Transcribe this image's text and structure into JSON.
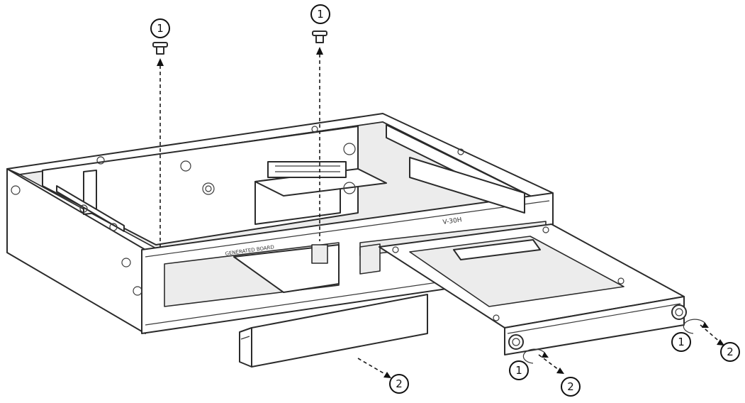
{
  "diagram": {
    "chassis_label": "V-30H",
    "slot_label": "GENERATED BOARD",
    "callouts": [
      {
        "id": "screw-left-top",
        "num": "1"
      },
      {
        "id": "screw-mid-top",
        "num": "1"
      },
      {
        "id": "cover-plate",
        "num": "2"
      },
      {
        "id": "thumbscrew-left",
        "num": "1"
      },
      {
        "id": "thumbscrew-left-remove",
        "num": "2"
      },
      {
        "id": "thumbscrew-right",
        "num": "1"
      },
      {
        "id": "thumbscrew-right-remove",
        "num": "2"
      }
    ]
  }
}
